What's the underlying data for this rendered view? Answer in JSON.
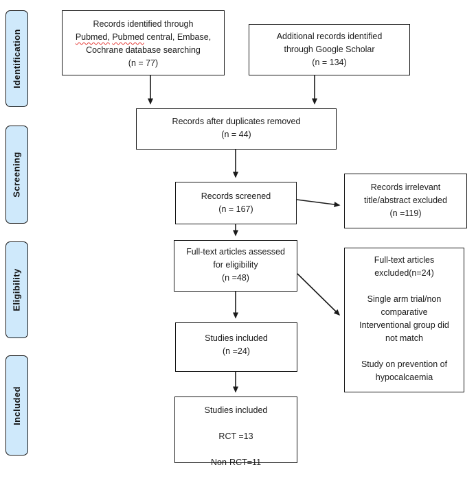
{
  "diagram": {
    "type": "prisma-flow",
    "colors": {
      "phase_fill": "#cfe9fb",
      "box_border": "#141414",
      "text": "#1a1a1a",
      "spellcheck_underline": "#e53935"
    },
    "phases": [
      {
        "label": "Identification"
      },
      {
        "label": "Screening"
      },
      {
        "label": "Eligibility"
      },
      {
        "label": "Included"
      }
    ],
    "boxes": {
      "identified_db": {
        "line1": "Records identified through",
        "squiggle1": "Pubmed,",
        "squiggle2": "Pubmed",
        "line2_rest": "central, Embase,",
        "line3": "Cochrane database searching",
        "line4": "(n = 77)"
      },
      "additional": {
        "lines": [
          "Additional records identified",
          "through Google Scholar",
          "(n = 134)"
        ]
      },
      "duplicates_removed": {
        "lines": [
          "Records after duplicates removed",
          "(n = 44)"
        ]
      },
      "screened": {
        "lines": [
          "Records screened",
          "(n = 167)"
        ]
      },
      "irrelevant_excluded": {
        "lines": [
          "Records irrelevant",
          "title/abstract excluded",
          "(n =119)"
        ]
      },
      "fulltext_assessed": {
        "lines": [
          "Full-text articles assessed",
          "for eligibility",
          "(n =48)"
        ]
      },
      "fulltext_excluded": {
        "lines": [
          "Full-text articles",
          "excluded(n=24)",
          "",
          "Single arm trial/non",
          "comparative",
          "Interventional group did",
          "not match",
          "",
          "Study on prevention of",
          "hypocalcaemia"
        ]
      },
      "studies_included": {
        "lines": [
          "Studies included",
          "(n =24)"
        ]
      },
      "studies_breakdown": {
        "lines": [
          "Studies included",
          "",
          "RCT =13",
          "",
          "Non-RCT=11"
        ]
      }
    }
  }
}
